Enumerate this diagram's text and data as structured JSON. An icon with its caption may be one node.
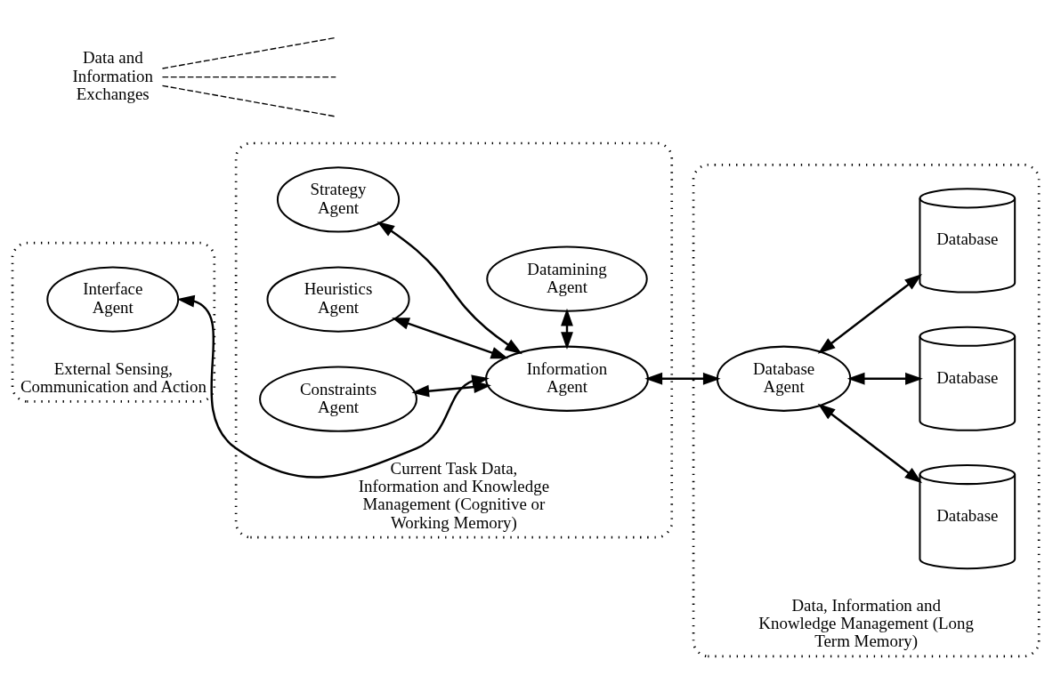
{
  "diagram": {
    "nodes": [
      {
        "text": [
          "External Sensing, Communication and Action"
        ]
      },
      {
        "text": [
          "Interface Agent"
        ],
        "in": 0
      },
      {
        "text": [
          "Current Task Data, Information and Knowledge Management (Cognitive or Working Memory)"
        ]
      },
      {
        "text": [
          "Strategy Agent"
        ],
        "in": 2
      },
      {
        "text": [
          "Heuristics Agent"
        ],
        "in": 2
      },
      {
        "text": [
          "Information Agent"
        ],
        "in": 2
      },
      {
        "text": [
          "Constraints Agent"
        ],
        "in": 2
      },
      {
        "text": [
          "Datamining Agent"
        ],
        "in": 2
      },
      {
        "text": [
          "Data, Information and Knowledge Management (Long Term Memory)"
        ]
      },
      {
        "text": [
          "Database Agent"
        ],
        "in": 8
      },
      {
        "text": [
          "Database"
        ],
        "in": 8
      },
      {
        "text": [
          "Database"
        ],
        "in": 8
      },
      {
        "text": [
          "Database"
        ],
        "in": 8
      },
      {
        "text": [
          "Data and Information Exchanges"
        ]
      }
    ],
    "edges": [
      {
        "from": 1,
        "to": 5,
        "arrow": "both"
      },
      {
        "from": 4,
        "to": 5,
        "arrow": "both"
      },
      {
        "from": 3,
        "to": 5,
        "arrow": "both"
      },
      {
        "from": 6,
        "to": 5,
        "arrow": "both"
      },
      {
        "from": 5,
        "to": 7,
        "arrow": "both"
      },
      {
        "from": 5,
        "to": 9,
        "arrow": "both"
      },
      {
        "from": 9,
        "to": 10,
        "arrow": "both"
      },
      {
        "from": 9,
        "to": 11,
        "arrow": "both"
      },
      {
        "from": 9,
        "to": 12,
        "arrow": "both"
      },
      {
        "from": 13,
        "to": null,
        "arrow": "none",
        "style": "dashed"
      },
      {
        "from": 13,
        "to": null,
        "arrow": "none",
        "style": "dashed"
      },
      {
        "from": 13,
        "to": null,
        "arrow": "none",
        "style": "dashed"
      }
    ]
  }
}
